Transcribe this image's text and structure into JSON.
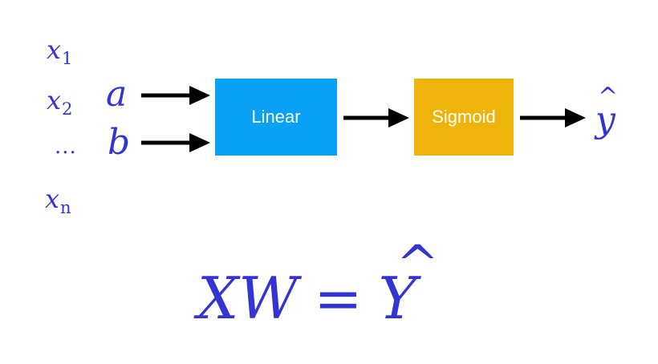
{
  "colors": {
    "math": "#3434d4",
    "linear_box": "#09a1f5",
    "sigmoid_box": "#efb40c",
    "arrow": "#000000"
  },
  "features": {
    "x1_base": "x",
    "x1_sub": "1",
    "x2_base": "x",
    "x2_sub": "2",
    "ellipsis": "...",
    "xn_base": "x",
    "xn_sub": "n"
  },
  "inputs": {
    "a": "a",
    "b": "b"
  },
  "blocks": {
    "linear_label": "Linear",
    "sigmoid_label": "Sigmoid"
  },
  "output": {
    "base": "y",
    "hat": "^"
  },
  "equation": {
    "lhs": "XW",
    "equals": "=",
    "rhs_base": "Y",
    "rhs_hat": "^"
  }
}
